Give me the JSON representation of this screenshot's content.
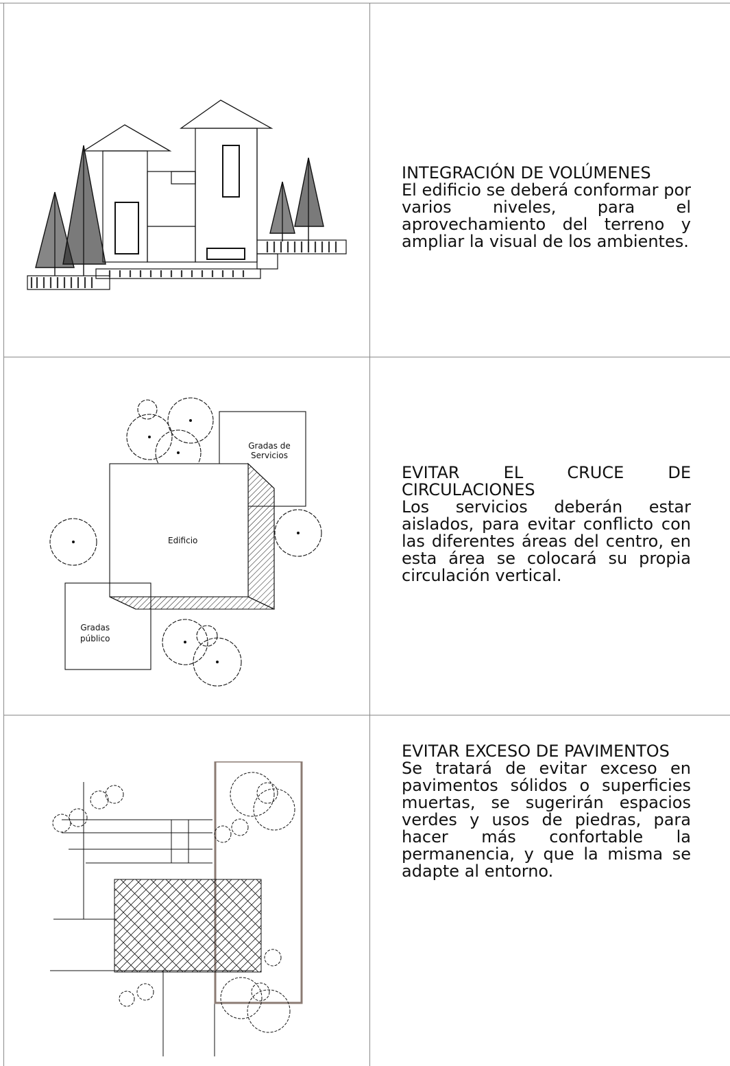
{
  "sections": [
    {
      "heading": "INTEGRACIÓN DE VOLÚMENES",
      "body": "El edificio se deberá conformar por varios niveles, para el aprovechamiento del terreno y ampliar la visual de los ambientes."
    },
    {
      "heading": "EVITAR EL CRUCE DE CIRCULACIONES",
      "body": "Los servicios deberán estar aislados, para evitar conflicto con las diferentes áreas del centro, en esta área se colocará su propia circulación vertical.",
      "labels": {
        "service_stands": "Gradas de\nServicios",
        "building": "Edificio",
        "public_stands": "Gradas\npúblico"
      }
    },
    {
      "heading": "EVITAR EXCESO DE PAVIMENTOS",
      "body": "Se tratará de evitar exceso en pavimentos sólidos o superficies muertas, se sugerirán espacios verdes y usos de piedras, para hacer más confortable la permanencia, y que la misma se adapte al entorno."
    }
  ],
  "colors": {
    "grid": "#8a8a8a",
    "ink": "#111111",
    "border_brown": "#8b7b73"
  }
}
